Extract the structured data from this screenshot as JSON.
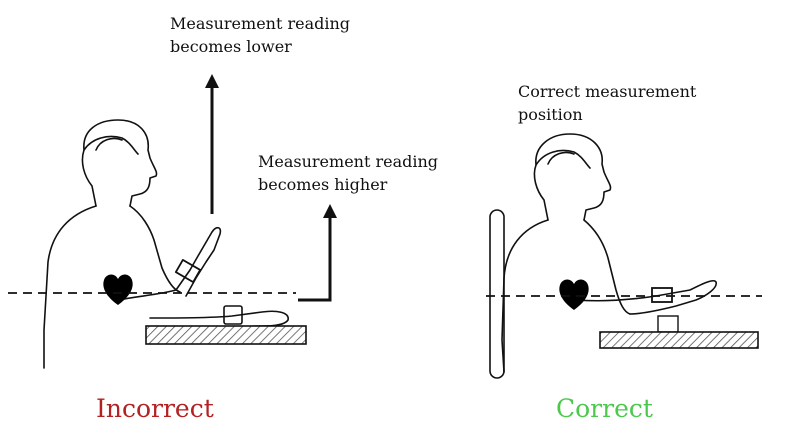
{
  "annotations": {
    "lower_line1": "Measurement reading",
    "lower_line2": "becomes lower",
    "higher_line1": "Measurement reading",
    "higher_line2": "becomes higher",
    "correct_line1": "Correct measurement",
    "correct_line2": "position"
  },
  "labels": {
    "incorrect": "Incorrect",
    "correct": "Correct"
  },
  "colors": {
    "incorrect": "#b22222",
    "correct": "#4cc94c",
    "ink": "#111111",
    "heart": "#000000"
  },
  "icons": [
    "heart-icon",
    "arrow-up-icon",
    "blood-pressure-cuff-icon",
    "person-figure",
    "chair-back",
    "table-hatched"
  ]
}
